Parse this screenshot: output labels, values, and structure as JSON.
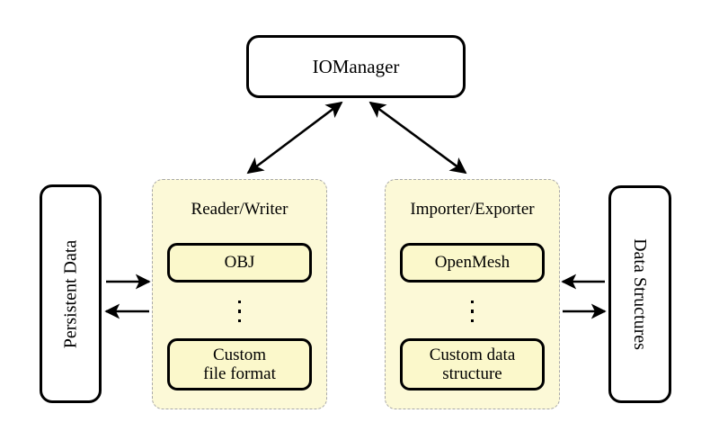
{
  "diagram": {
    "title_box": {
      "label": "IOManager"
    },
    "left_side_box": {
      "label": "Persistent Data"
    },
    "right_side_box": {
      "label": "Data Structures"
    },
    "groups": [
      {
        "title": "Reader/Writer",
        "items": [
          {
            "label": "OBJ"
          },
          {
            "label": "⋮"
          },
          {
            "label_line1": "Custom",
            "label_line2": "file format"
          }
        ]
      },
      {
        "title": "Importer/Exporter",
        "items": [
          {
            "label": "OpenMesh"
          },
          {
            "label": "⋮"
          },
          {
            "label_line1": "Custom data",
            "label_line2": "structure"
          }
        ]
      }
    ],
    "connections": [
      {
        "from": "IOManager",
        "to": "Reader/Writer",
        "style": "double-headed"
      },
      {
        "from": "IOManager",
        "to": "Importer/Exporter",
        "style": "double-headed"
      },
      {
        "from": "Persistent Data",
        "to": "Reader/Writer",
        "style": "single-headed-right"
      },
      {
        "from": "Reader/Writer",
        "to": "Persistent Data",
        "style": "single-headed-left"
      },
      {
        "from": "Data Structures",
        "to": "Importer/Exporter",
        "style": "single-headed-left"
      },
      {
        "from": "Importer/Exporter",
        "to": "Data Structures",
        "style": "single-headed-right"
      }
    ],
    "colors": {
      "panel_fill": "#fcf9d7",
      "panel_border": "#a9a9a9",
      "box_fill": "#fbf8cb",
      "stroke": "#000000",
      "background": "#ffffff"
    }
  }
}
